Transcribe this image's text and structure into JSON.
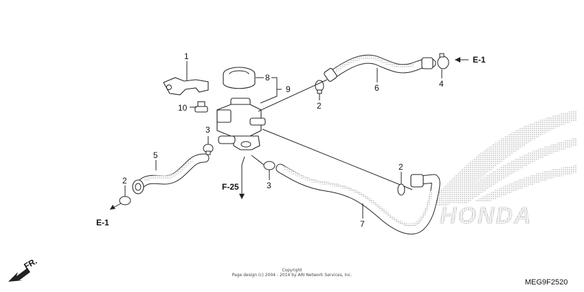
{
  "diagram": {
    "callouts": {
      "p1": "1",
      "p2a": "2",
      "p2b": "2",
      "p2c": "2",
      "p3a": "3",
      "p3b": "3",
      "p4": "4",
      "p5": "5",
      "p6": "6",
      "p7": "7",
      "p8": "8",
      "p9": "9",
      "p10": "10"
    },
    "references": {
      "e1_top": "E-1",
      "e1_left": "E-1",
      "f25": "F-25",
      "front": "FR."
    },
    "copyright_line1": "Copyright",
    "copyright_line2": "Page design (c) 2004 - 2014 by ARI Network Services, Inc.",
    "code": "MEG9F2520",
    "watermark": "HONDA"
  }
}
